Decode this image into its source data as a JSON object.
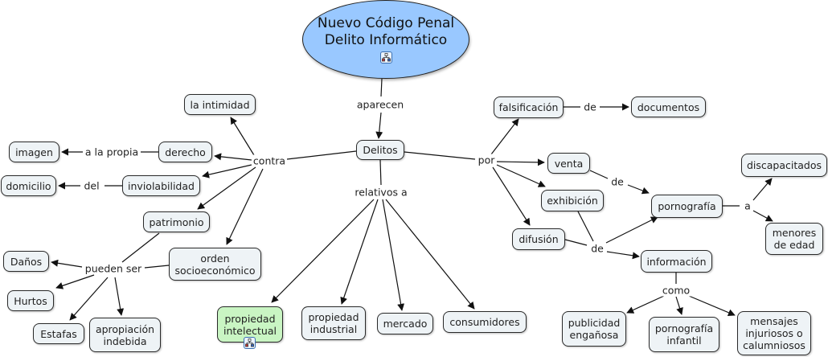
{
  "root": {
    "line1": "Nuevo Código Penal",
    "line2": "Delito Informático",
    "icon": "submap-icon",
    "color": "#99c8ff"
  },
  "colors": {
    "concept_fill": "#eef3f6",
    "highlight_fill": "#c9f5c3",
    "line": "#111111"
  },
  "concepts": {
    "delitos": "Delitos",
    "intimidad": "la intimidad",
    "derecho": "derecho",
    "imagen": "imagen",
    "inviolabilidad": "inviolabilidad",
    "domicilio": "domicilio",
    "patrimonio": "patrimonio",
    "orden": "orden\nsocioeconómico",
    "danos": "Daños",
    "hurtos": "Hurtos",
    "estafas": "Estafas",
    "apropiacion": "apropiación\nindebida",
    "prop_intelectual": "propiedad\nintelectual",
    "prop_industrial": "propiedad\nindustrial",
    "mercado": "mercado",
    "consumidores": "consumidores",
    "falsificacion": "falsificación",
    "documentos": "documentos",
    "venta": "venta",
    "exhibicion": "exhibición",
    "difusion": "difusión",
    "pornografia": "pornografía",
    "discapacitados": "discapacitados",
    "menores": "menores\nde edad",
    "informacion": "información",
    "publicidad": "publicidad\nengañosa",
    "porn_infantil": "pornografía\ninfantil",
    "mensajes": "mensajes\ninjuriosos o\ncalumniosos"
  },
  "link_labels": {
    "aparecen": "aparecen",
    "contra": "contra",
    "relativos": "relativos a",
    "por": "por",
    "a_la_propia": "a la propia",
    "del": "del",
    "pueden_ser": "pueden ser",
    "de_doc": "de",
    "de_venta": "de",
    "de_exhib": "de",
    "a": "a",
    "como": "como"
  }
}
